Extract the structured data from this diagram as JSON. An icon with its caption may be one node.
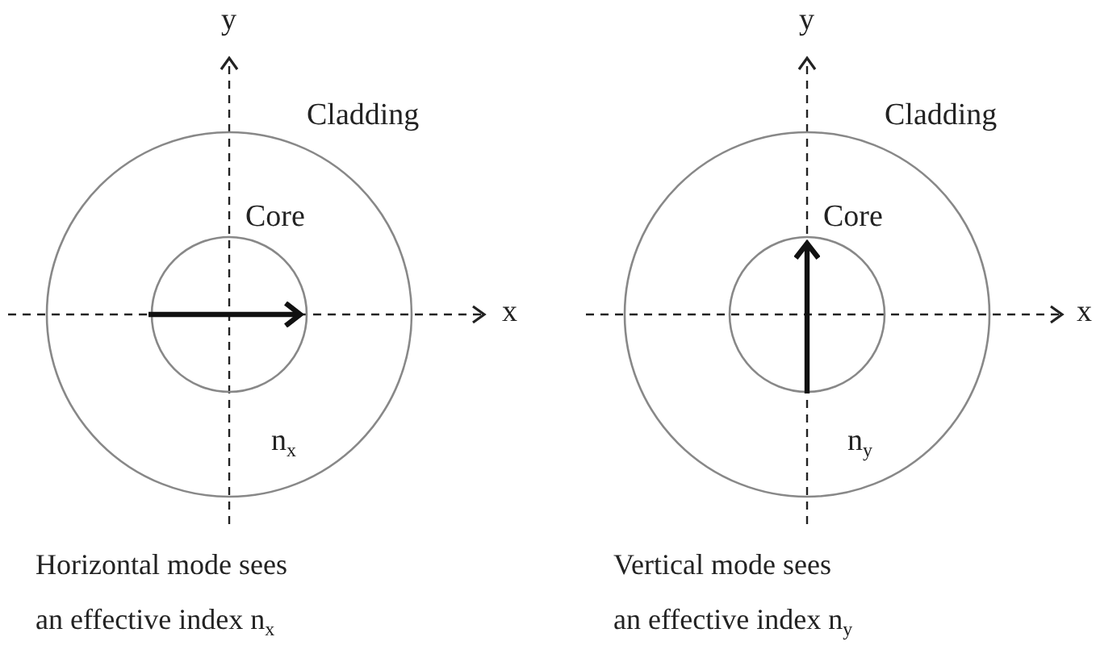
{
  "diagram": {
    "nodes": [
      {
        "text": [
          "Cladding"
        ]
      },
      {
        "text": [
          "Core"
        ],
        "in": 0
      },
      {
        "text": [
          "Cladding"
        ]
      },
      {
        "text": [
          "Core"
        ],
        "in": 2
      }
    ],
    "labels": [
      "y",
      "x",
      "n$_{x}$",
      "Horizontal mode sees an effective index n$_{x}$",
      "y",
      "x",
      "n$_{y}$",
      "Vertical mode sees an effective index n$_{y}$"
    ]
  }
}
